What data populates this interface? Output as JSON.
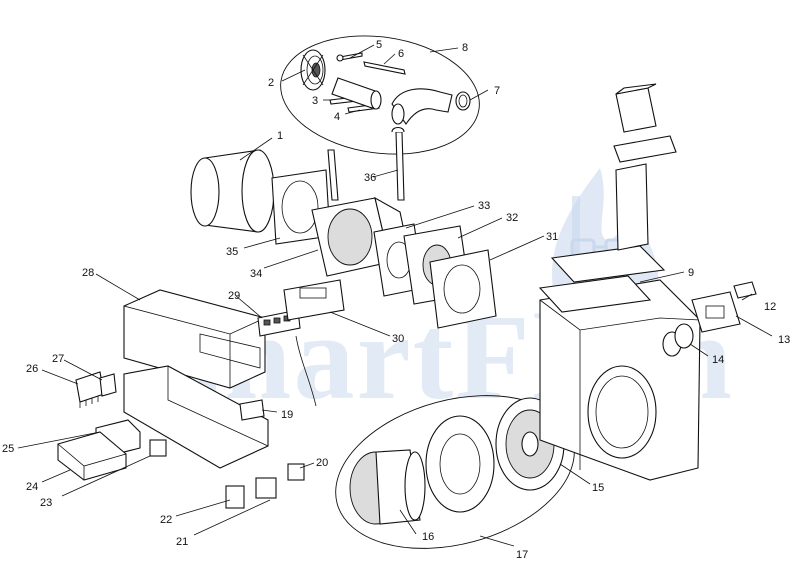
{
  "watermark": {
    "text": "SmartFlam",
    "color": "#c9d8ec"
  },
  "callouts": [
    {
      "id": "1",
      "label": "1"
    },
    {
      "id": "2",
      "label": "2"
    },
    {
      "id": "3",
      "label": "3"
    },
    {
      "id": "4",
      "label": "4"
    },
    {
      "id": "5",
      "label": "5"
    },
    {
      "id": "6",
      "label": "6"
    },
    {
      "id": "7",
      "label": "7"
    },
    {
      "id": "8",
      "label": "8"
    },
    {
      "id": "9",
      "label": "9"
    },
    {
      "id": "12",
      "label": "12"
    },
    {
      "id": "13",
      "label": "13"
    },
    {
      "id": "14",
      "label": "14"
    },
    {
      "id": "15",
      "label": "15"
    },
    {
      "id": "16",
      "label": "16"
    },
    {
      "id": "17",
      "label": "17"
    },
    {
      "id": "19",
      "label": "19"
    },
    {
      "id": "20",
      "label": "20"
    },
    {
      "id": "21",
      "label": "21"
    },
    {
      "id": "22",
      "label": "22"
    },
    {
      "id": "23",
      "label": "23"
    },
    {
      "id": "24",
      "label": "24"
    },
    {
      "id": "25",
      "label": "25"
    },
    {
      "id": "26",
      "label": "26"
    },
    {
      "id": "27",
      "label": "27"
    },
    {
      "id": "28",
      "label": "28"
    },
    {
      "id": "29",
      "label": "29"
    },
    {
      "id": "30",
      "label": "30"
    },
    {
      "id": "31",
      "label": "31"
    },
    {
      "id": "32",
      "label": "32"
    },
    {
      "id": "33",
      "label": "33"
    },
    {
      "id": "34",
      "label": "34"
    },
    {
      "id": "35",
      "label": "35"
    },
    {
      "id": "36",
      "label": "36"
    }
  ]
}
